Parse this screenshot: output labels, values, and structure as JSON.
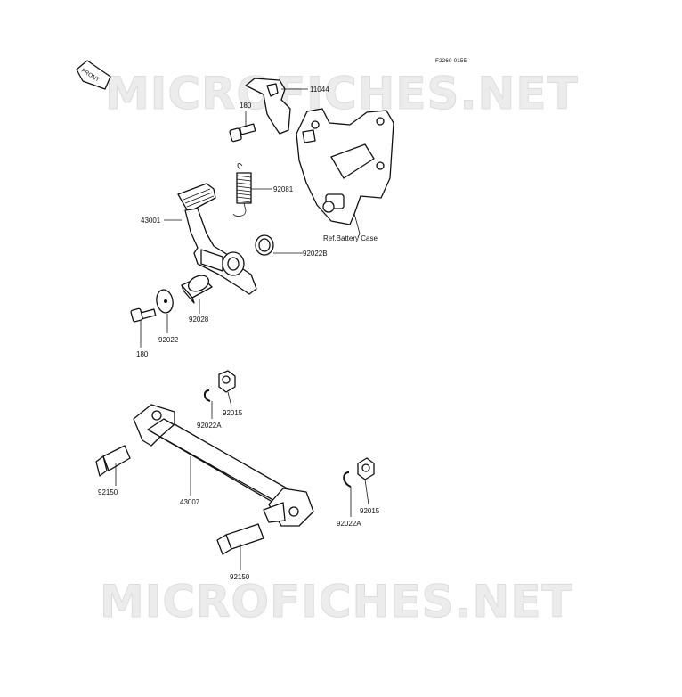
{
  "diagram": {
    "figure_code": "F2260-0155",
    "front_label": "FRONT",
    "watermark": "MICROFICHES.NET",
    "parts": {
      "p11044": "11044",
      "p180_top": "180",
      "p92081": "92081",
      "p43001": "43001",
      "ref_battery": "Ref.Battery Case",
      "p92022B": "92022B",
      "p92028": "92028",
      "p92022": "92022",
      "p180_bottom": "180",
      "p92015_top": "92015",
      "p92022A_top": "92022A",
      "p92150_left": "92150",
      "p43007": "43007",
      "p92015_right": "92015",
      "p92022A_right": "92022A",
      "p92150_bottom": "92150"
    }
  }
}
